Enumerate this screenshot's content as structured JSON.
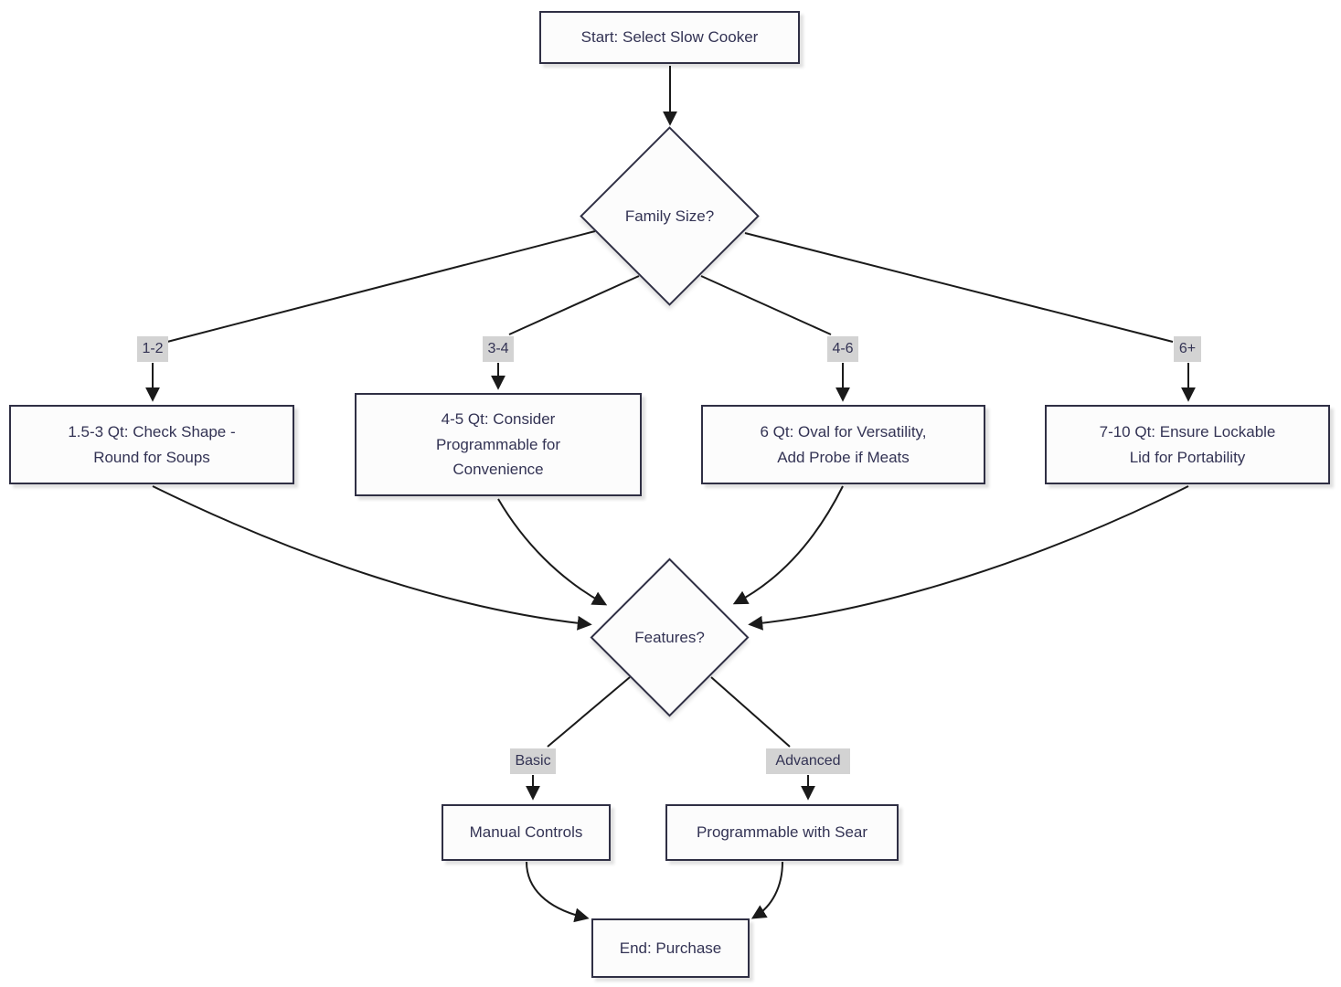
{
  "diagram": {
    "type": "flowchart",
    "nodes": {
      "start": "Start: Select Slow Cooker",
      "family_size": "Family Size?",
      "size_1_2": "1.5-3 Qt: Check Shape -\nRound for Soups",
      "size_3_4": "4-5 Qt: Consider\nProgrammable for\nConvenience",
      "size_4_6": "6 Qt: Oval for Versatility,\nAdd Probe if Meats",
      "size_6_plus": "7-10 Qt: Ensure Lockable\nLid for Portability",
      "features": "Features?",
      "basic_result": "Manual Controls",
      "advanced_result": "Programmable with Sear",
      "end": "End: Purchase"
    },
    "edges": [
      {
        "from": "start",
        "to": "family_size",
        "label": ""
      },
      {
        "from": "family_size",
        "to": "size_1_2",
        "label": "1-2"
      },
      {
        "from": "family_size",
        "to": "size_3_4",
        "label": "3-4"
      },
      {
        "from": "family_size",
        "to": "size_4_6",
        "label": "4-6"
      },
      {
        "from": "family_size",
        "to": "size_6_plus",
        "label": "6+"
      },
      {
        "from": "size_1_2",
        "to": "features",
        "label": ""
      },
      {
        "from": "size_3_4",
        "to": "features",
        "label": ""
      },
      {
        "from": "size_4_6",
        "to": "features",
        "label": ""
      },
      {
        "from": "size_6_plus",
        "to": "features",
        "label": ""
      },
      {
        "from": "features",
        "to": "basic_result",
        "label": "Basic"
      },
      {
        "from": "features",
        "to": "advanced_result",
        "label": "Advanced"
      },
      {
        "from": "basic_result",
        "to": "end",
        "label": ""
      },
      {
        "from": "advanced_result",
        "to": "end",
        "label": ""
      }
    ],
    "colors": {
      "node_fill": "#fcfcfc",
      "node_border": "#2f2f44",
      "text": "#333354",
      "edge": "#1a1a1a",
      "edge_label_bg": "#d3d3d3",
      "background": "#ffffff"
    }
  }
}
